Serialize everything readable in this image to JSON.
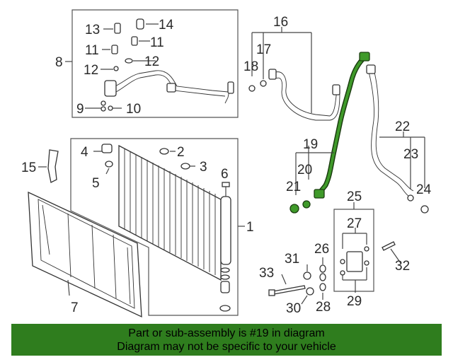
{
  "callouts": [
    "1",
    "2",
    "3",
    "4",
    "5",
    "6",
    "7",
    "8",
    "9",
    "10",
    "11",
    "11",
    "12",
    "12",
    "13",
    "14",
    "15",
    "16",
    "17",
    "18",
    "19",
    "20",
    "21",
    "22",
    "23",
    "24",
    "25",
    "26",
    "27",
    "28",
    "29",
    "30",
    "31",
    "32",
    "33"
  ],
  "highlight_color": "#2f7d1e",
  "banner": {
    "line1": "Part or sub-assembly is #19 in diagram",
    "line2": "Diagram may not be specific to your vehicle"
  }
}
